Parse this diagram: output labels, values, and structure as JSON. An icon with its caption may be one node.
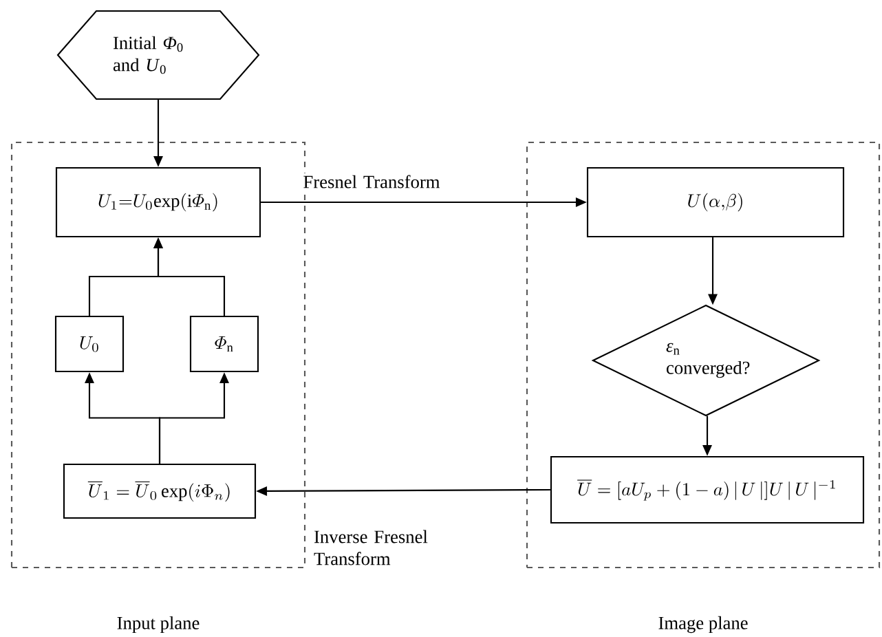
{
  "diagram": {
    "nodes": [
      {
        "text": [
          "Initial *Φ*$_{0}$ and *U*$_{0}$"
        ]
      },
      {
        "text": [
          "Input plane"
        ]
      },
      {
        "text": [
          "U_1{=}U_0\\mathrm{exp}(\\mathrm{i}\\varPhi_\\mathrm{n})"
        ],
        "in": 1
      },
      {
        "text": [
          "U_0"
        ],
        "in": 1
      },
      {
        "text": [
          "\\varPhi_\\mathrm{n}"
        ],
        "in": 1
      },
      {
        "text": [
          "\\overline{U}_1=\\overline{U}_0\\exp(i\\Phi_n)"
        ],
        "in": 1
      },
      {
        "text": [
          "Image plane"
        ]
      },
      {
        "text": [
          "U(\\alpha{,}\\beta)"
        ],
        "in": 6
      },
      {
        "text": [
          "*ε*$_{n}$ converged?"
        ],
        "in": 6
      },
      {
        "text": [
          "\\overline{U}=[aU_p+(1-a)\\,|\\,U\\,|]U\\,|\\,U\\,|^{-1}"
        ],
        "in": 6
      }
    ],
    "edges": [
      {
        "from": 0,
        "to": 2,
        "arrow": "to"
      },
      {
        "from": 2,
        "to": 7,
        "arrow": "to",
        "label": "Fresnel Transform"
      },
      {
        "from": 7,
        "to": 8,
        "arrow": "to"
      },
      {
        "from": 8,
        "to": 9,
        "arrow": "to"
      },
      {
        "from": 9,
        "to": 5,
        "arrow": "to",
        "label": "Inverse Fresnel Transform"
      },
      {
        "from": 5,
        "to": 3,
        "arrow": "to"
      },
      {
        "from": 5,
        "to": 4,
        "arrow": "to"
      },
      {
        "from": 3,
        "to": 2,
        "arrow": "to"
      },
      {
        "from": 4,
        "to": 2,
        "arrow": "to"
      }
    ]
  }
}
